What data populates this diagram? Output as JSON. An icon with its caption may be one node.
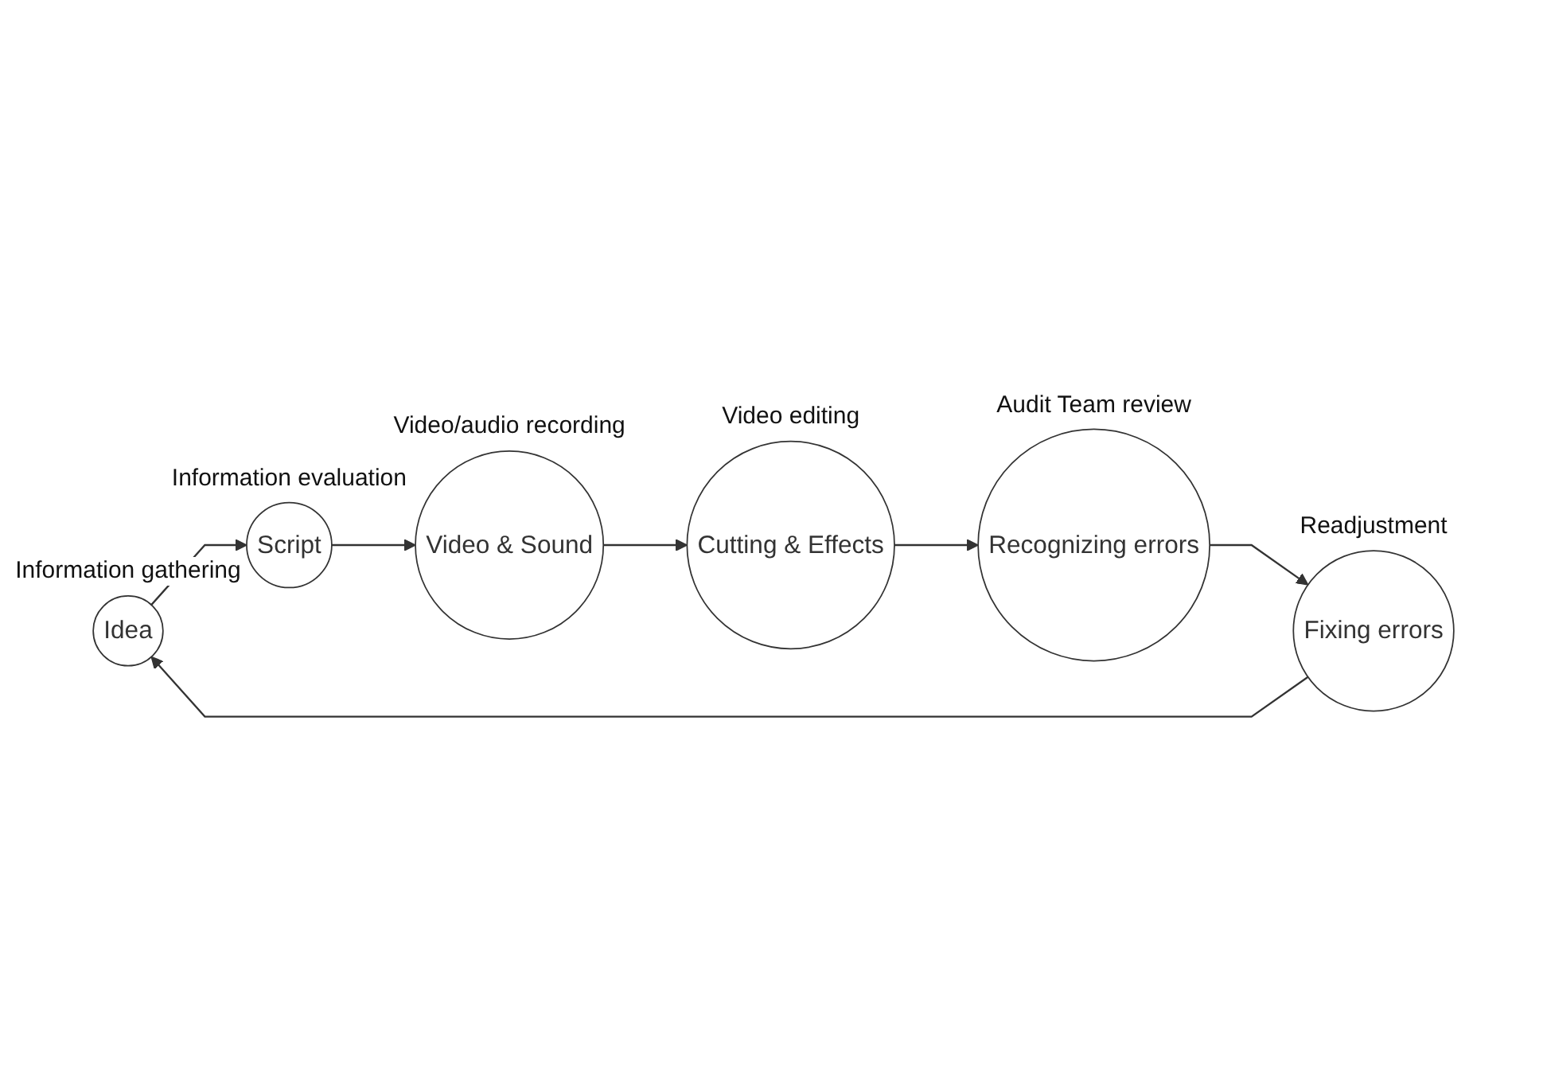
{
  "diagram": {
    "nodes": [
      {
        "text": [
          "Idea"
        ],
        "beside": [
          "Information gathering"
        ]
      },
      {
        "text": [
          "Script"
        ],
        "beside": [
          "Information evaluation"
        ]
      },
      {
        "text": [
          "Video & Sound"
        ],
        "beside": [
          "Video/audio recording"
        ]
      },
      {
        "text": [
          "Cutting & Effects"
        ],
        "beside": [
          "Video editing"
        ]
      },
      {
        "text": [
          "Recognizing errors"
        ],
        "beside": [
          "Audit Team review"
        ]
      },
      {
        "text": [
          "Fixing errors"
        ],
        "beside": [
          "Readjustment"
        ]
      }
    ],
    "edges": [
      {
        "from": 0,
        "to": 1,
        "arrow": "to"
      },
      {
        "from": 1,
        "to": 2,
        "arrow": "to"
      },
      {
        "from": 2,
        "to": 3,
        "arrow": "to"
      },
      {
        "from": 3,
        "to": 4,
        "arrow": "to"
      },
      {
        "from": 4,
        "to": 5,
        "arrow": "to"
      },
      {
        "from": 5,
        "to": 0,
        "arrow": "to"
      }
    ]
  }
}
